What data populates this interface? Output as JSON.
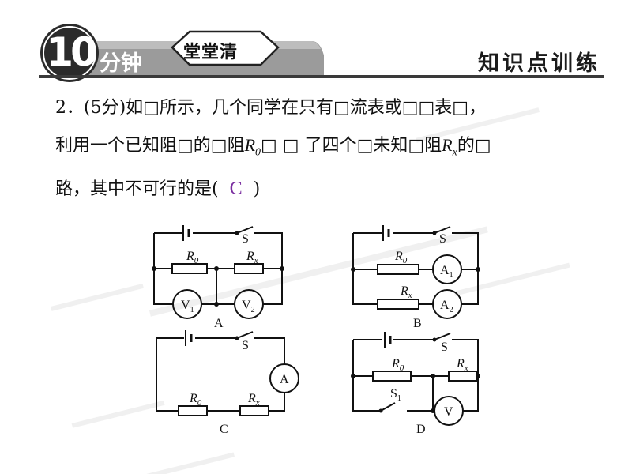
{
  "header": {
    "badge_number": "10",
    "fen_label": "分钟",
    "tag_label": "堂堂清",
    "section_title": "知识点训练"
  },
  "question": {
    "line1": "2．(5分)如□所示，几个同学在只有□流表或□□表□，",
    "line2_a": "利用一个已知阻□的□阻",
    "var_r": "R",
    "sub_0": "0",
    "line2_b": "□ □ 了四个□未知□阻",
    "sub_x": "x",
    "line2_c": "的□",
    "line3_a": "路，其中不可行的是(",
    "answer": "C",
    "line3_b": ")"
  },
  "circuits": {
    "labels": {
      "A": "A",
      "B": "B",
      "C": "C",
      "D": "D"
    },
    "switch": "S",
    "switch_1": "S",
    "sub_1": "1",
    "resistor_r": "R",
    "sub_0": "0",
    "sub_x": "x",
    "voltmeter": "V",
    "ammeter": "A",
    "sub_2": "2"
  },
  "colors": {
    "accent_dark": "#3a3a3a",
    "answer": "#7a2ea0",
    "header_gray": "#8a8a8a"
  }
}
